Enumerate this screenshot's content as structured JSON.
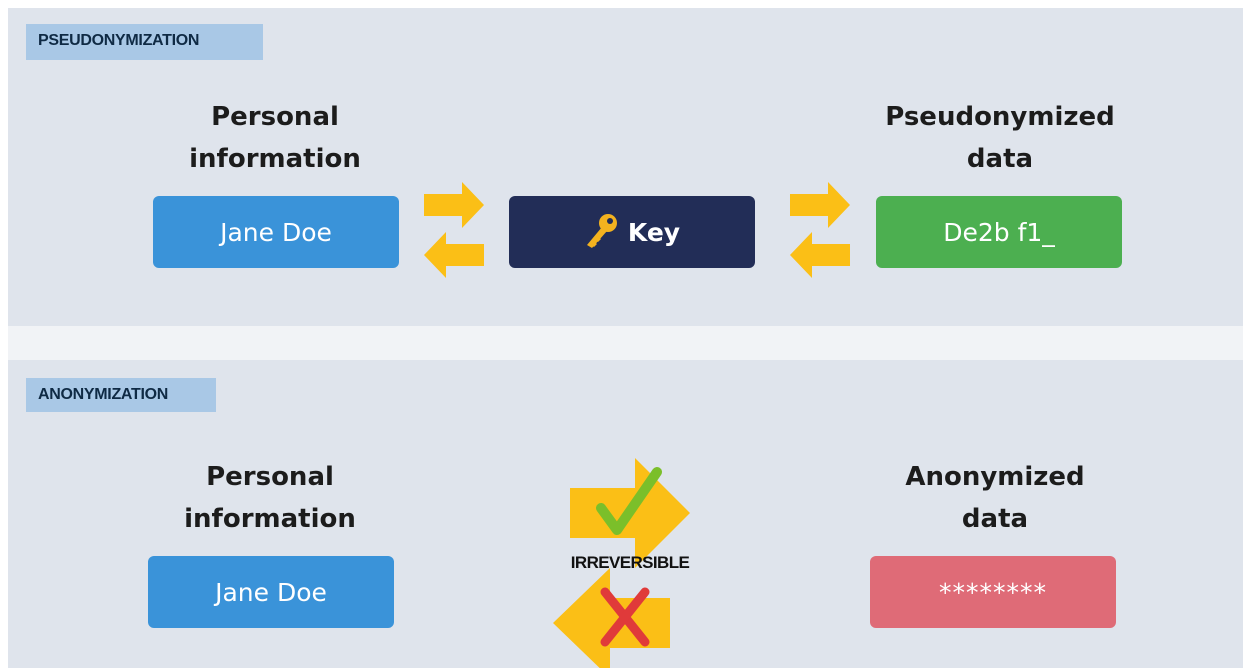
{
  "pseudonymization": {
    "tag": "PSEUDONYMIZATION",
    "left_heading": [
      "Personal",
      "information"
    ],
    "left_box": "Jane Doe",
    "key_box": "Key",
    "right_heading": [
      "Pseudonymized",
      "data"
    ],
    "right_box": "De2b f1_"
  },
  "anonymization": {
    "tag": "ANONYMIZATION",
    "left_heading": [
      "Personal",
      "information"
    ],
    "left_box": "Jane Doe",
    "center_label": "IRREVERSIBLE",
    "right_heading": [
      "Anonymized",
      "data"
    ],
    "right_box": "********"
  },
  "colors": {
    "panel_bg": "#dfe4ec",
    "tag_bg": "#a9c8e6",
    "blue_box": "#3a93d9",
    "key_box": "#222d57",
    "green_box": "#4caf50",
    "red_box": "#df6b77",
    "arrow": "#fbbf16",
    "check": "#7bbf2a",
    "cross": "#e03a3a"
  },
  "icons": [
    "key-icon",
    "swap-arrows-icon",
    "check-icon",
    "cross-icon"
  ]
}
